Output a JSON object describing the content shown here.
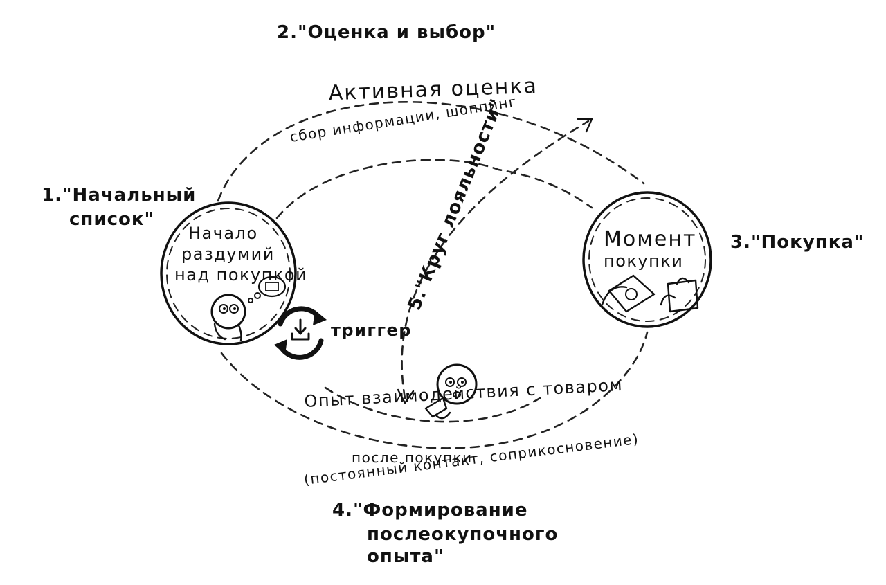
{
  "stages": {
    "s1_line1": "1.\"Начальный",
    "s1_line2": "список\"",
    "s2": "2.\"Оценка и выбор\"",
    "s3": "3.\"Покупка\"",
    "s4_line1": "4.\"Формирование",
    "s4_line2": "послеокупочного",
    "s4_line3": "опыта\"",
    "s5": "5.\"Круг лояльности\""
  },
  "top_arc": {
    "title": "Активная оценка",
    "subtitle": "сбор информации, шоппинг"
  },
  "left_circle": {
    "line1": "Начало",
    "line2": "раздумий",
    "line3": "над покупкой"
  },
  "right_circle": {
    "line1": "Момент",
    "line2": "покупки"
  },
  "trigger": "триггер",
  "bottom_arc": {
    "line1": "Опыт взаимодействия с товаром",
    "line2": "после покупки",
    "line3": "(постоянный контакт, соприкосновение)"
  },
  "icons": [
    "thinking-person-icon",
    "thought-bubble-icon",
    "trigger-cycle-icon",
    "download-icon",
    "money-icon",
    "shopping-bag-icon",
    "person-with-product-icon",
    "arrow-icon"
  ]
}
